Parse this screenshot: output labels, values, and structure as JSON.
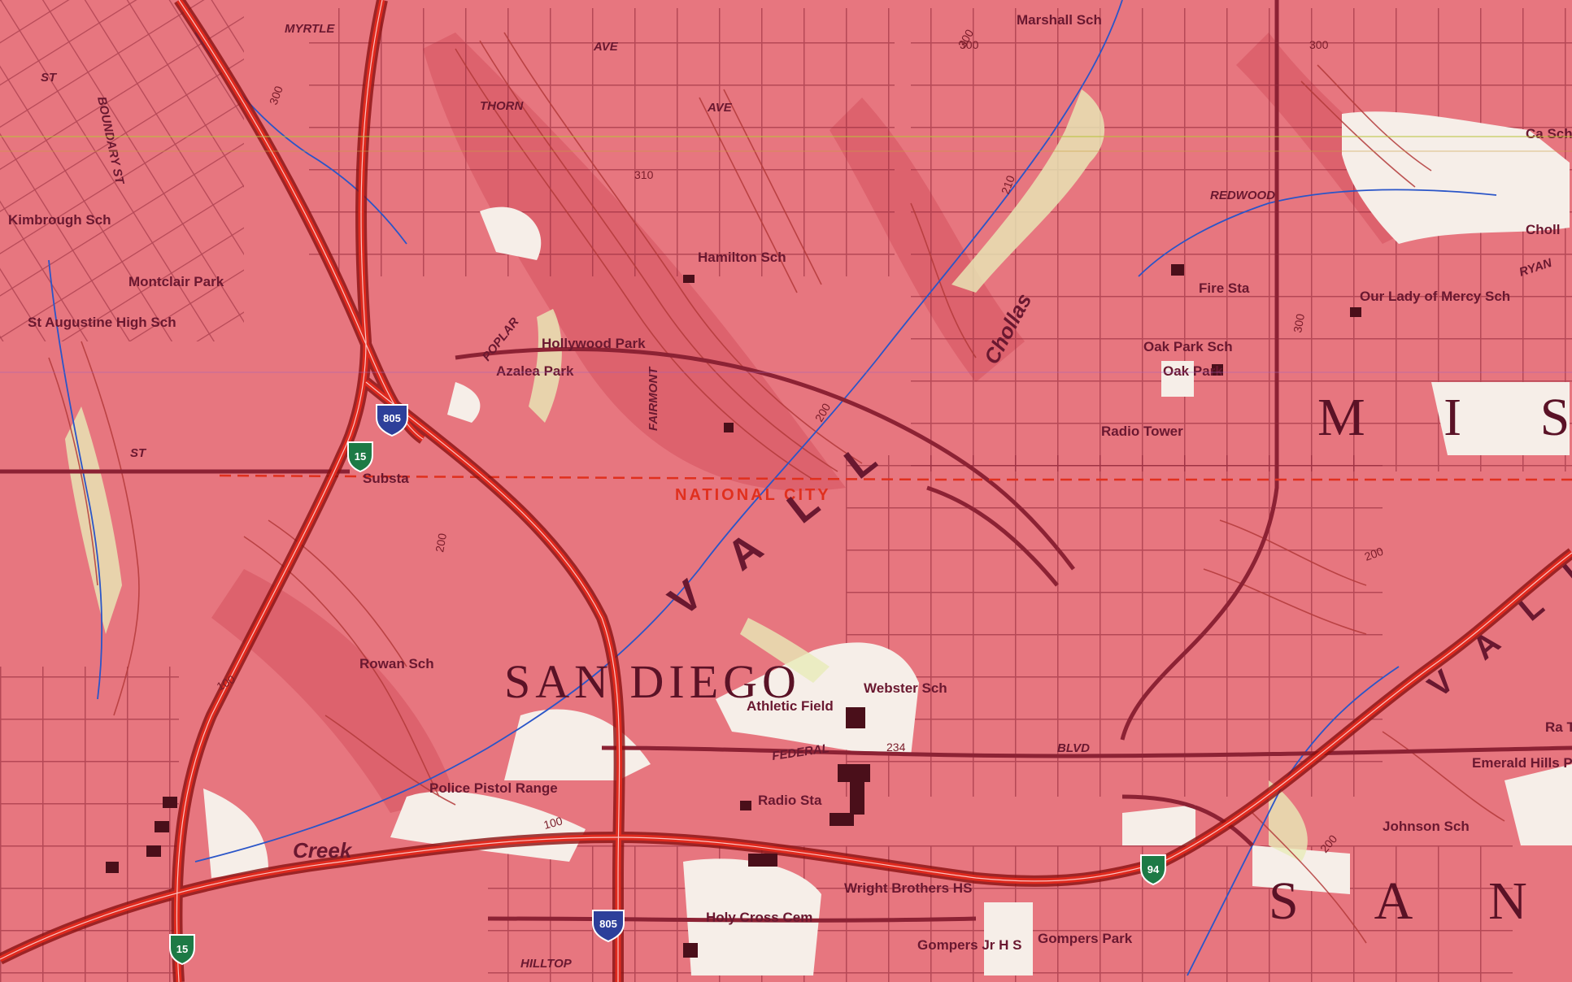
{
  "map": {
    "title": "",
    "places": {
      "city": "SAN DIEGO",
      "city_boundary": "NATIONAL CITY",
      "region_m": "M  I  S",
      "region_san": "S  A  N",
      "valley_1": "V A L L",
      "valley_2": "V A L L E"
    },
    "streets": {
      "myrtle": "MYRTLE",
      "thorn": "THORN",
      "ave1": "AVE",
      "ave2": "AVE",
      "redwood": "REDWOOD",
      "hilltop": "HILLTOP",
      "federal": "FEDERAL",
      "blvd": "BLVD",
      "boundary": "BOUNDARY ST",
      "chollas": "Chollas",
      "poplar": "POPLAR",
      "fairmont": "FAIRMONT",
      "ryan": "RYAN",
      "st1": "ST",
      "st2": "ST",
      "creek": "Creek"
    },
    "landmarks": {
      "marshall": "Marshall Sch",
      "hamilton": "Hamilton Sch",
      "hollywood": "Hollywood Park",
      "azalea": "Azalea Park",
      "montclair": "Montclair Park",
      "augustine": "St Augustine High Sch",
      "rowan": "Rowan Sch",
      "police": "Police Pistol Range",
      "athletic": "Athletic Field",
      "webster": "Webster Sch",
      "radio_sta": "Radio Sta",
      "oak_park_sch": "Oak Park Sch",
      "oak_park": "Oak Park",
      "radio_tower": "Radio Tower",
      "fire_sta": "Fire Sta",
      "lady": "Our Lady of Mercy Sch",
      "emerald": "Emerald Hills Park",
      "johnson": "Johnson Sch",
      "wright": "Wright Brothers HS",
      "gompers_jr": "Gompers Jr H S",
      "gompers_park": "Gompers Park",
      "holy_cross": "Holy Cross Cem",
      "substa": "Substa",
      "ca_sch": "Ca Sch",
      "choll": "Choll",
      "kimbrough": "Kimbrough Sch",
      "ra_tow": "Ra Tow"
    },
    "highways": {
      "i805_north": "805",
      "i805_south": "805",
      "i15_north": "15",
      "i15_south": "15",
      "sr94": "94"
    },
    "contours": [
      "300",
      "300",
      "200",
      "100",
      "200",
      "300",
      "234",
      "200",
      "100",
      "210",
      "310",
      "200",
      "300",
      "300"
    ],
    "colors": {
      "urban_tint": "#e7767f",
      "urban_dark": "#d85a67",
      "open_land": "#f6eee8",
      "street": "#8c2234",
      "freeway": "#e02a1e",
      "freeway_casing": "#8a1010",
      "contour": "#b33a3a",
      "water": "#2a55c8",
      "vegetation": "#e8ebb8",
      "shield_interstate": "#2d3f9a",
      "shield_state": "#1d7a45"
    }
  }
}
